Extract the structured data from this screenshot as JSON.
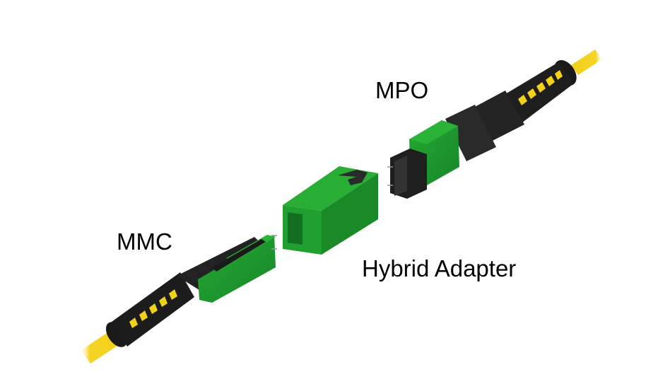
{
  "diagram": {
    "labels": {
      "mpo": "MPO",
      "mmc": "MMC",
      "hybrid_adapter": "Hybrid Adapter"
    },
    "components": [
      {
        "name": "MPO connector",
        "position": "upper-right"
      },
      {
        "name": "Hybrid adapter",
        "position": "center"
      },
      {
        "name": "MMC connector",
        "position": "lower-left"
      }
    ],
    "colors": {
      "connector_green": "#1f9e2b",
      "connector_green_dark": "#167a20",
      "boot_black": "#1c1c1c",
      "cable_yellow": "#f5d21a",
      "background": "#ffffff"
    }
  }
}
